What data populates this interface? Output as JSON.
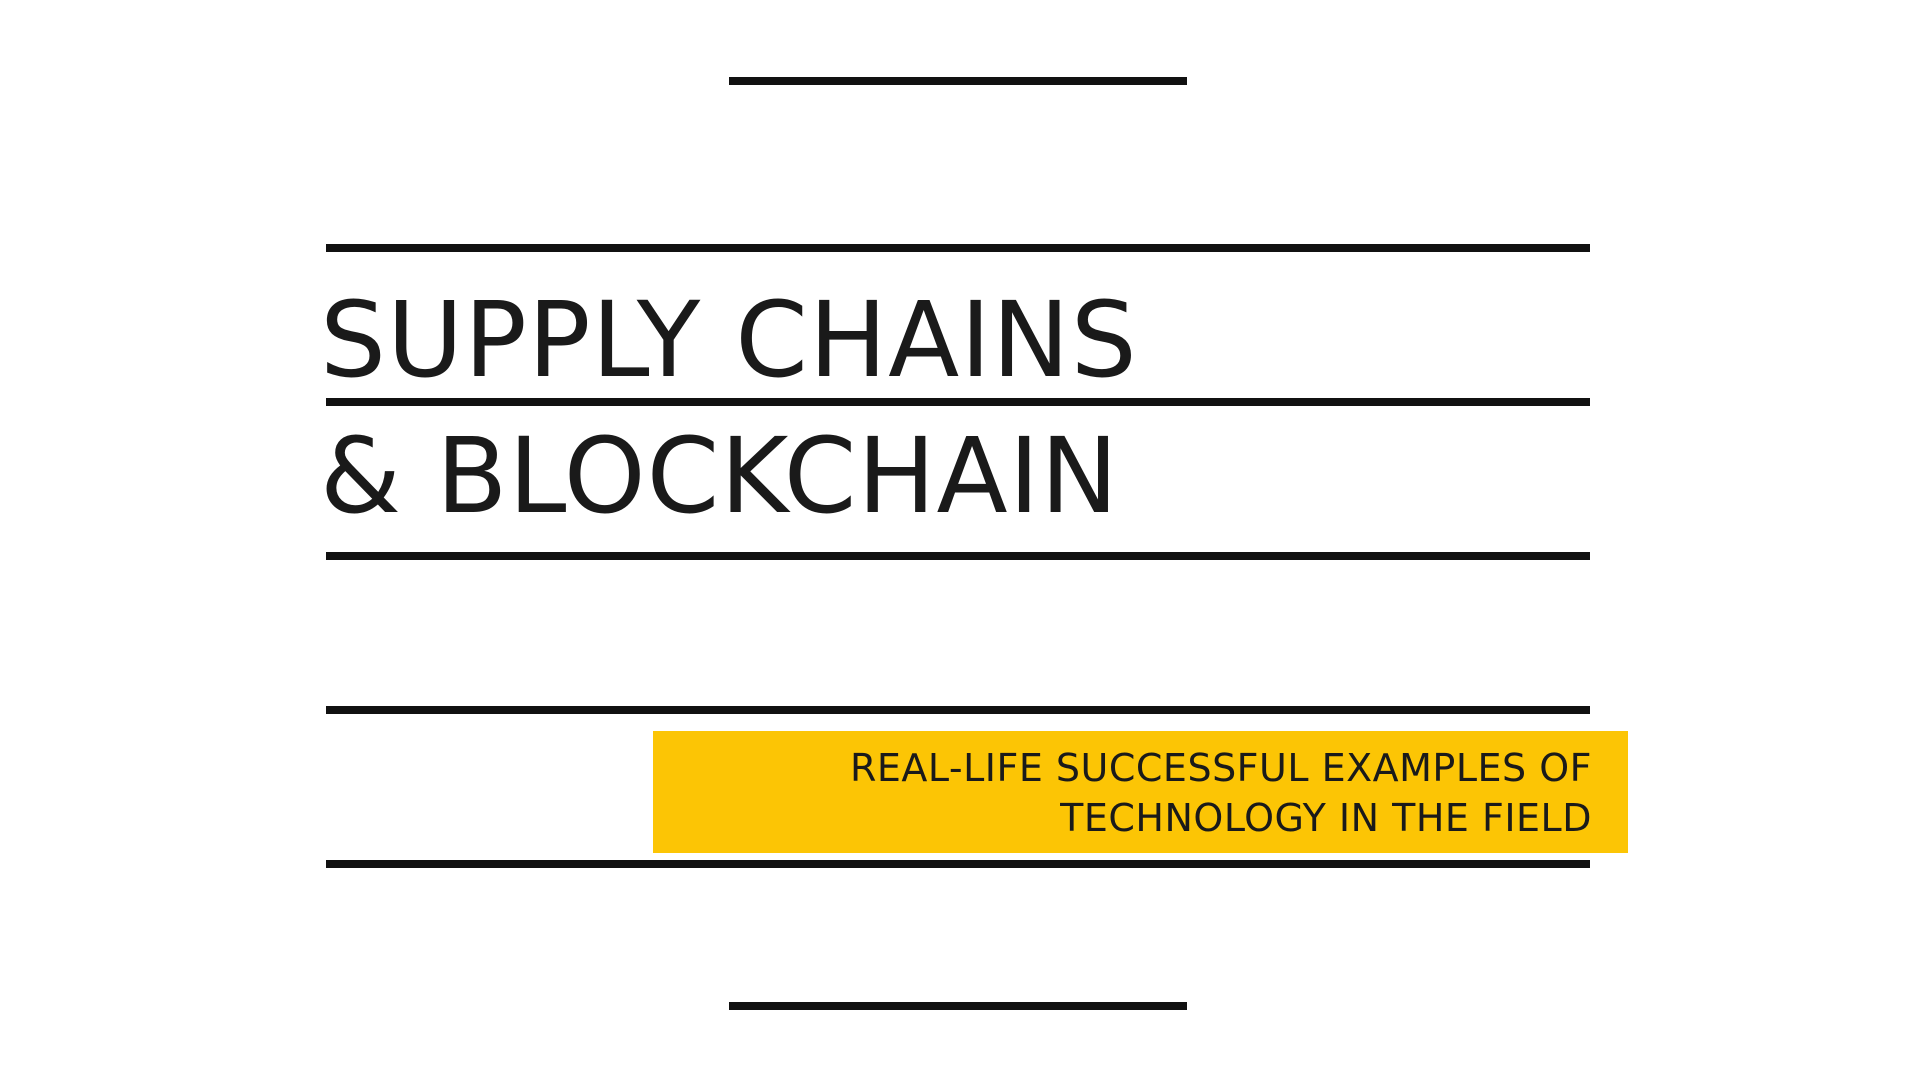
{
  "title": {
    "line1": "SUPPLY CHAINS",
    "line2": "& BLOCKCHAIN"
  },
  "subtitle": {
    "line1": "REAL-LIFE SUCCESSFUL EXAMPLES OF",
    "line2": "TECHNOLOGY IN THE FIELD"
  },
  "colors": {
    "background": "#ffffff",
    "text": "#1a1a1a",
    "rule": "#111111",
    "accent": "#fcc505"
  }
}
